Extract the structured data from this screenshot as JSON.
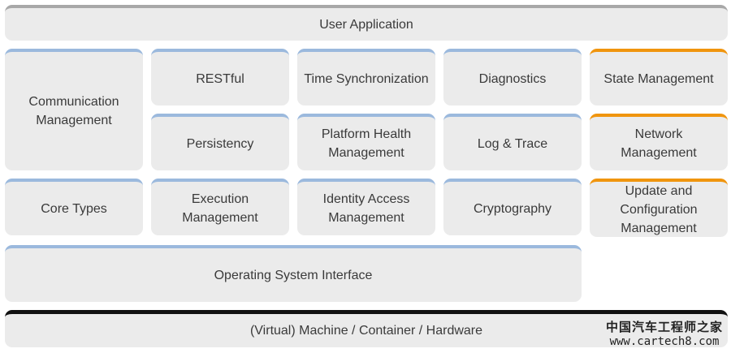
{
  "blocks": {
    "user_application": "User Application",
    "communication_management": "Communication\nManagement",
    "restful": "RESTful",
    "time_synchronization": "Time Synchronization",
    "diagnostics": "Diagnostics",
    "state_management": "State Management",
    "persistency": "Persistency",
    "platform_health_management": "Platform Health\nManagement",
    "log_trace": "Log & Trace",
    "network_management": "Network\nManagement",
    "core_types": "Core Types",
    "execution_management": "Execution\nManagement",
    "identity_access_management": "Identity Access\nManagement",
    "cryptography": "Cryptography",
    "update_configuration_management": "Update and\nConfiguration\nManagement",
    "operating_system_interface": "Operating System Interface",
    "hardware": "(Virtual) Machine / Container / Hardware"
  },
  "watermark": {
    "chinese": "中国汽车工程师之家",
    "url": "www.cartech8.com"
  },
  "colors": {
    "block_fill": "#ebebeb",
    "blue_accent": "#9bb9dd",
    "orange_accent": "#f0950e",
    "gray_accent": "#a8a8a8",
    "black_accent": "#111111"
  }
}
